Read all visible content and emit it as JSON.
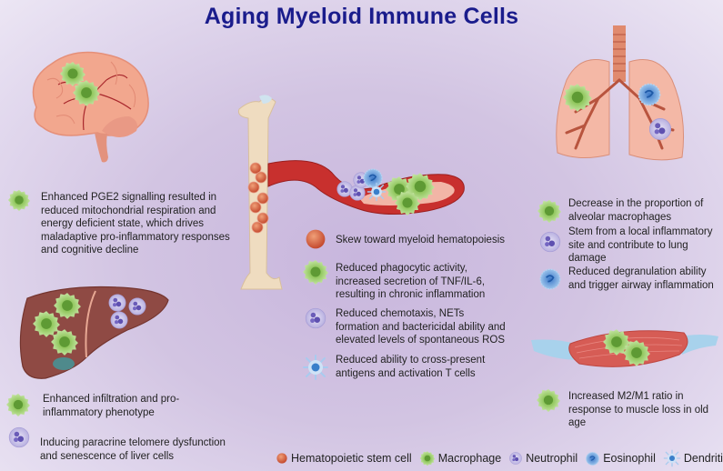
{
  "title": "Aging Myeloid Immune Cells",
  "colors": {
    "title": "#1a1c8c",
    "background": "#d2c4e2",
    "hsc": "#d9664a",
    "macrophage": "#9ccf6a",
    "neutrophil": "#9a8fd0",
    "eosinophil": "#5a95d6",
    "dendritic": "#7fb1e6"
  },
  "brain": {
    "organ_label": "brain",
    "notes": [
      {
        "cell": "macrophage",
        "text": "Enhanced PGE2 signalling resulted in reduced mitochondrial respiration and energy deficient state, which drives maladaptive pro-inflammatory responses and cognitive decline"
      }
    ]
  },
  "liver": {
    "organ_label": "liver",
    "notes": [
      {
        "cell": "macrophage",
        "text": "Enhanced infiltration and pro-inflammatory phenotype"
      },
      {
        "cell": "neutrophil",
        "text": "Inducing paracrine telomere dysfunction and senescence of liver cells"
      }
    ]
  },
  "bone_marrow": {
    "organ_label": "bone and blood vessel",
    "notes": [
      {
        "cell": "hsc",
        "text": "Skew toward myeloid hematopoiesis"
      },
      {
        "cell": "macrophage",
        "text": "Reduced phagocytic activity, increased secretion of TNF/IL-6, resulting in chronic inflammation"
      },
      {
        "cell": "neutrophil",
        "text": "Reduced chemotaxis, NETs formation and bactericidal ability and elevated levels of spontaneous ROS"
      },
      {
        "cell": "dendritic",
        "text": "Reduced ability to cross-present antigens and activation T cells"
      }
    ]
  },
  "lung": {
    "organ_label": "lungs",
    "notes": [
      {
        "cell": "macrophage",
        "text": "Decrease in the proportion of alveolar macrophages"
      },
      {
        "cell": "neutrophil",
        "text": "Stem from a local inflammatory site  and contribute to lung damage"
      },
      {
        "cell": "eosinophil",
        "text": "Reduced degranulation ability and trigger airway inflammation"
      }
    ]
  },
  "muscle": {
    "organ_label": "muscle",
    "notes": [
      {
        "cell": "macrophage",
        "text": "Increased M2/M1 ratio in response to muscle loss in old age"
      }
    ]
  },
  "legend": [
    {
      "cell": "hsc",
      "label": "Hematopoietic stem cell"
    },
    {
      "cell": "macrophage",
      "label": "Macrophage"
    },
    {
      "cell": "neutrophil",
      "label": "Neutrophil"
    },
    {
      "cell": "eosinophil",
      "label": "Eosinophil"
    },
    {
      "cell": "dendritic",
      "label": "Dendritic cell"
    }
  ]
}
